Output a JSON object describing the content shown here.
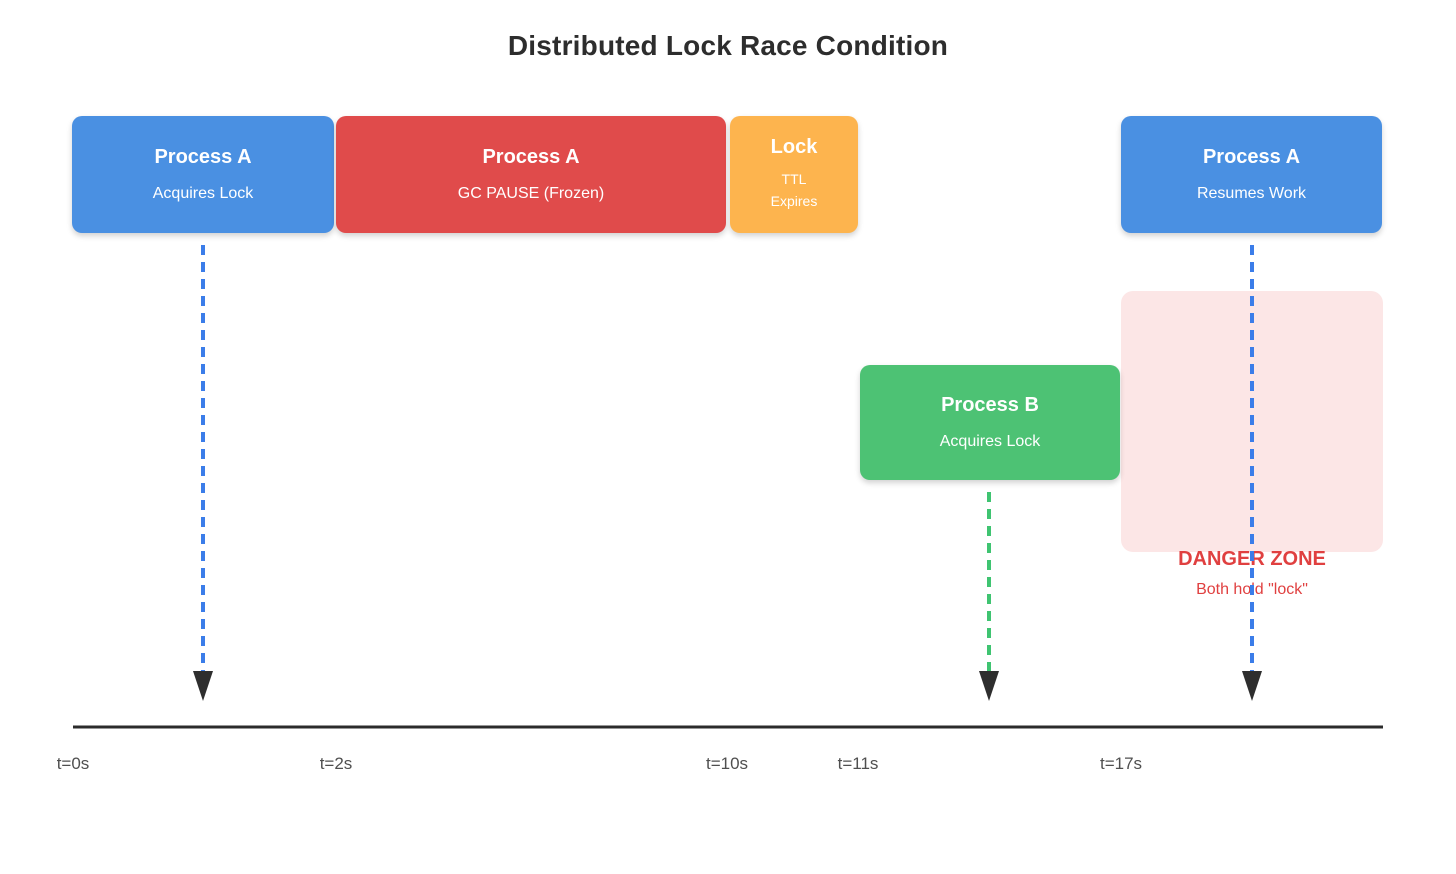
{
  "title": "Distributed Lock Race Condition",
  "boxes": {
    "process_a_acquire": {
      "title": "Process A",
      "subtitle": "Acquires Lock"
    },
    "process_a_gc": {
      "title": "Process A",
      "subtitle": "GC PAUSE (Frozen)"
    },
    "lock_ttl": {
      "title": "Lock",
      "subtitle_line1": "TTL",
      "subtitle_line2": "Expires"
    },
    "process_a_resume": {
      "title": "Process A",
      "subtitle": "Resumes Work"
    },
    "process_b_acquire": {
      "title": "Process B",
      "subtitle": "Acquires Lock"
    }
  },
  "danger_zone": {
    "title": "DANGER ZONE",
    "subtitle": "Both hold \"lock\""
  },
  "timeline": {
    "labels": [
      "t=0s",
      "t=2s",
      "t=10s",
      "t=11s",
      "t=17s"
    ]
  },
  "colors": {
    "process_blue": "#4a90e2",
    "pause_red": "#e04b4b",
    "lock_orange": "#fdb44e",
    "process_green": "#4dc274",
    "danger_pink": "#fce6e6",
    "danger_text_red": "#e04040",
    "arrow_blue": "#3b7de9",
    "arrow_green": "#3fc471",
    "axis_dark": "#2b2b2b"
  }
}
